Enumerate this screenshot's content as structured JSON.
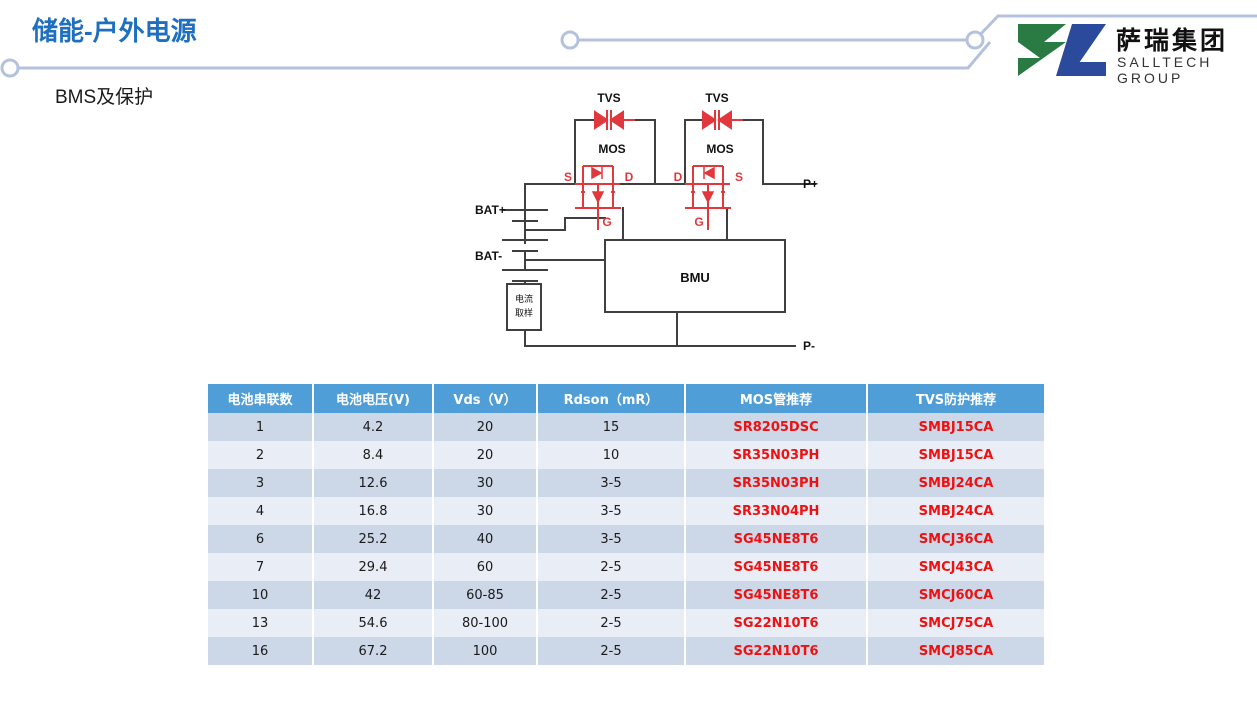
{
  "header": {
    "title": "储能-户外电源",
    "subtitle": "BMS及保护",
    "accent_color": "#1f6fc0",
    "deco_line_color": "#b4c2de"
  },
  "logo": {
    "name_cn": "萨瑞集团",
    "name_en": "SALLTECH GROUP",
    "mark_green": "#2a7a43",
    "mark_blue": "#2b4a9b"
  },
  "circuit": {
    "labels": {
      "tvs_left": "TVS",
      "tvs_right": "TVS",
      "mos_left": "MOS",
      "mos_right": "MOS",
      "bat_plus": "BAT+",
      "bat_minus": "BAT-",
      "p_plus": "P+",
      "p_minus": "P-",
      "bmu": "BMU",
      "shunt_line1": "电流",
      "shunt_line2": "取样",
      "mos1_s": "S",
      "mos1_d": "D",
      "mos1_g": "G",
      "mos2_d": "D",
      "mos2_s": "S",
      "mos2_g": "G"
    },
    "wire_color": "#3f3f3f",
    "device_color": "#e0383c"
  },
  "table": {
    "columns": [
      "电池串联数",
      "电池电压(V)",
      "Vds（V）",
      "Rdson（mR）",
      "MOS管推荐",
      "TVS防护推荐"
    ],
    "header_bg": "#4f9ed8",
    "row_bg_odd": "#ccd7e8",
    "row_bg_even": "#e9edf5",
    "part_color": "#ee1111",
    "rows": [
      {
        "cells": [
          "1",
          "4.2",
          "20",
          "15",
          "SR8205DSC",
          "SMBJ15CA"
        ]
      },
      {
        "cells": [
          "2",
          "8.4",
          "20",
          "10",
          "SR35N03PH",
          "SMBJ15CA"
        ]
      },
      {
        "cells": [
          "3",
          "12.6",
          "30",
          "3-5",
          "SR35N03PH",
          "SMBJ24CA"
        ]
      },
      {
        "cells": [
          "4",
          "16.8",
          "30",
          "3-5",
          "SR33N04PH",
          "SMBJ24CA"
        ]
      },
      {
        "cells": [
          "6",
          "25.2",
          "40",
          "3-5",
          "SG45NE8T6",
          "SMCJ36CA"
        ]
      },
      {
        "cells": [
          "7",
          "29.4",
          "60",
          "2-5",
          "SG45NE8T6",
          "SMCJ43CA"
        ]
      },
      {
        "cells": [
          "10",
          "42",
          "60-85",
          "2-5",
          "SG45NE8T6",
          "SMCJ60CA"
        ]
      },
      {
        "cells": [
          "13",
          "54.6",
          "80-100",
          "2-5",
          "SG22N10T6",
          "SMCJ75CA"
        ]
      },
      {
        "cells": [
          "16",
          "67.2",
          "100",
          "2-5",
          "SG22N10T6",
          "SMCJ85CA"
        ]
      }
    ]
  }
}
